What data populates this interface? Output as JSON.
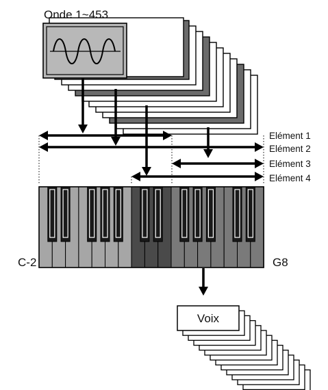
{
  "wave": {
    "label": "Onde 1~453"
  },
  "elements": [
    {
      "label": "Elément 1"
    },
    {
      "label": "Elément 2"
    },
    {
      "label": "Elément 3"
    },
    {
      "label": "Elément 4"
    }
  ],
  "keyboard": {
    "low_label": "C-2",
    "high_label": "G8"
  },
  "voice": {
    "label": "Voix"
  },
  "colors": {
    "wave_fill": "#b8b8b8",
    "dark_card": "#6b6b6b",
    "white_key": "#a6a6a6",
    "white_key_mid": "#7a7a7a",
    "white_key_dark": "#4a4a4a",
    "black_key": "#1a1a1a"
  }
}
